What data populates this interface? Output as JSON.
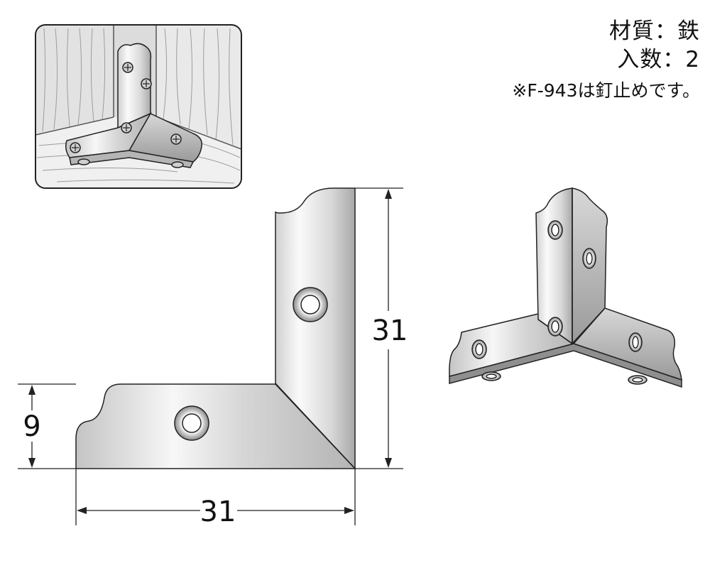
{
  "specs": {
    "material": "材質：鉄",
    "quantity": "入数：2",
    "note": "※F-943は釘止めです。"
  },
  "dimensions": {
    "height": "31",
    "width": "31",
    "side": "9"
  },
  "colors": {
    "metal_light": "#f4f4f4",
    "metal_dark": "#b8b8b8",
    "line": "#222222",
    "wood": "#e6e6e6"
  }
}
